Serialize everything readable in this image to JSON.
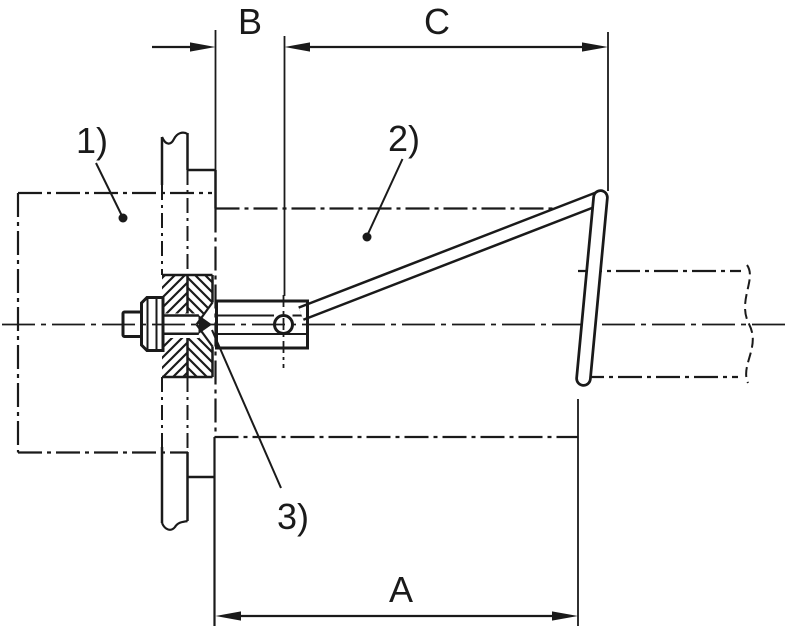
{
  "drawing": {
    "colors": {
      "background": "#ffffff",
      "line": "#1a1a1a"
    },
    "dimension_labels": {
      "a": "A",
      "b": "B",
      "c": "C"
    },
    "callouts": {
      "c1": "1)",
      "c2": "2)",
      "c3": "3)"
    }
  }
}
